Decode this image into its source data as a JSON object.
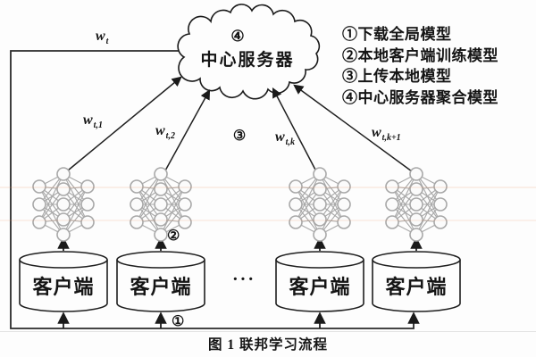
{
  "figure": {
    "caption": "图 1  联邦学习流程",
    "server_cloud": {
      "step_marker": "④",
      "label": "中心服务器"
    },
    "legend": {
      "items": [
        {
          "text": "①下载全局模型"
        },
        {
          "text": "②本地客户端训练模型"
        },
        {
          "text": "③上传本地模型"
        },
        {
          "text": "④中心服务器聚合模型"
        }
      ]
    },
    "step_markers": {
      "download": "①",
      "train": "②",
      "upload": "③"
    },
    "weight_labels": {
      "global": {
        "base": "w",
        "sub": "t"
      },
      "client1": {
        "base": "w",
        "sub": "t,1"
      },
      "client2": {
        "base": "w",
        "sub": "t,2"
      },
      "clientk": {
        "base": "w",
        "sub": "t,k"
      },
      "clientk1": {
        "base": "w",
        "sub": "t,k+1"
      }
    },
    "clients": [
      {
        "label": "客户端"
      },
      {
        "label": "客户端"
      },
      {
        "label": "客户端"
      },
      {
        "label": "客户端"
      }
    ],
    "ellipsis": "···",
    "colors": {
      "line": "#1f1f1f",
      "nn_icon": "#a8a8a8",
      "text": "#151515",
      "background": "#fdfdfd"
    }
  }
}
